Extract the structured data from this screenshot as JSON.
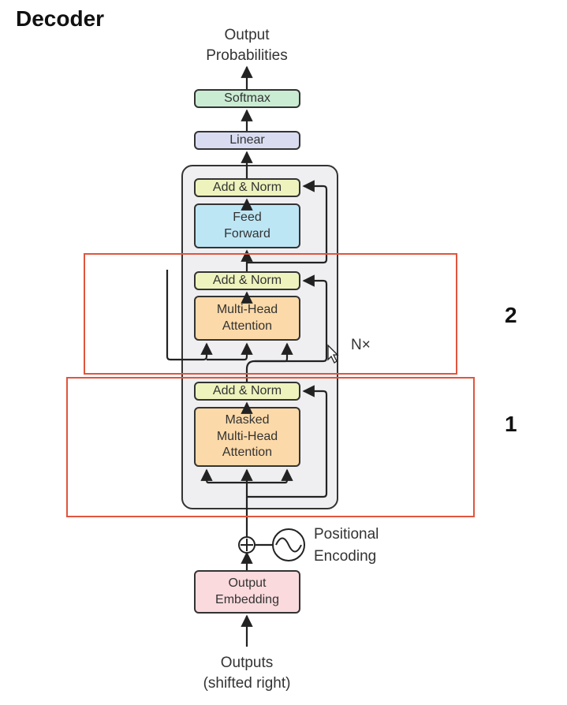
{
  "title": "Decoder",
  "output_label": "Output\nProbabilities",
  "blocks": {
    "softmax": "Softmax",
    "linear": "Linear",
    "add_norm_top": "Add & Norm",
    "feed_forward": "Feed\nForward",
    "add_norm_mid": "Add & Norm",
    "multi_head_attention": "Multi-Head\nAttention",
    "add_norm_bottom": "Add & Norm",
    "masked_attention": "Masked\nMulti-Head\nAttention",
    "output_embedding": "Output\nEmbedding"
  },
  "nx_label": "N×",
  "positional_encoding": "Positional\nEncoding",
  "input_label": "Outputs\n(shifted right)",
  "highlight_labels": {
    "upper": "2",
    "lower": "1"
  },
  "colors": {
    "softmax": "#c9ecd3",
    "linear": "#d9dcf1",
    "add_norm": "#eef3bd",
    "feed_forward": "#bde6f5",
    "attention": "#fcd9a8",
    "embedding": "#fadadd",
    "highlight": "#e0553e"
  }
}
